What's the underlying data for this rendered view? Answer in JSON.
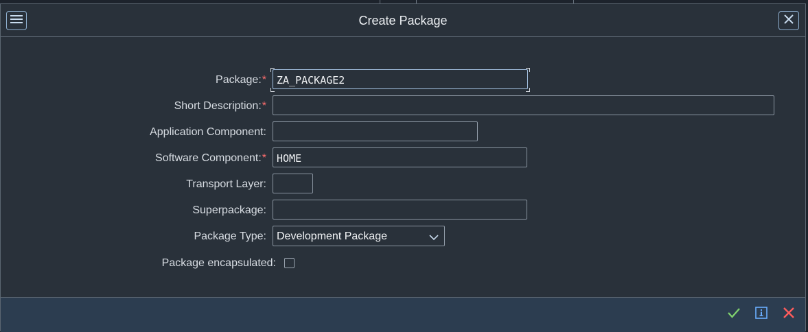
{
  "dialog": {
    "title": "Create Package",
    "fields": {
      "package": {
        "label": "Package:",
        "required": "*",
        "value": "ZA_PACKAGE2"
      },
      "short_description": {
        "label": "Short Description:",
        "required": "*",
        "value": ""
      },
      "application_component": {
        "label": "Application Component:",
        "value": ""
      },
      "software_component": {
        "label": "Software Component:",
        "required": "*",
        "value": "HOME"
      },
      "transport_layer": {
        "label": "Transport Layer:",
        "value": ""
      },
      "superpackage": {
        "label": "Superpackage:",
        "value": ""
      },
      "package_type": {
        "label": "Package Type:",
        "value": "Development Package"
      },
      "package_encapsulated": {
        "label": "Package encapsulated:",
        "checked": false
      }
    }
  },
  "icons": {
    "menu": "menu-icon",
    "close": "close-icon",
    "confirm": "checkmark-icon",
    "info": "info-icon",
    "cancel": "cancel-icon",
    "dropdown": "chevron-down-icon"
  },
  "colors": {
    "accent_border": "#8fb0d0",
    "required": "#ff6e6e",
    "confirm": "#7fcf6e",
    "cancel": "#ff5c5c",
    "info": "#6aaeff",
    "footer_bg": "#2c3d50"
  }
}
